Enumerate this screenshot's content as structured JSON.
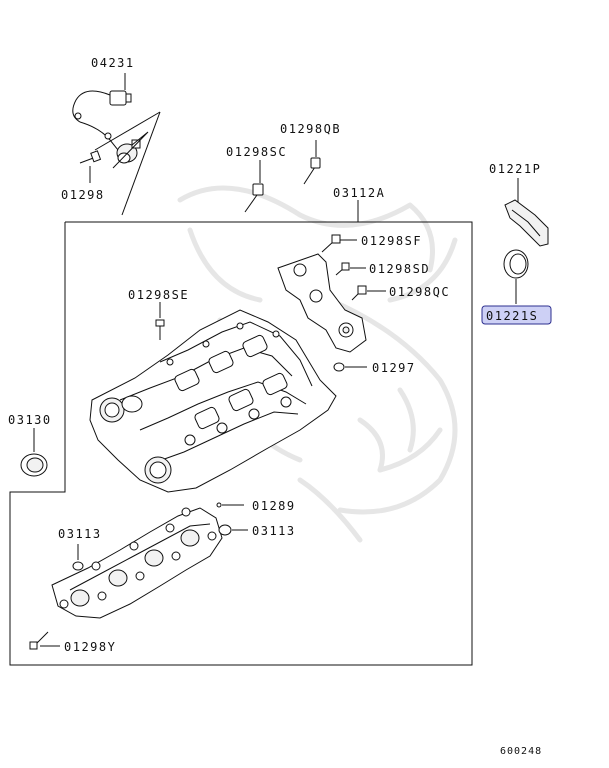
{
  "parts": {
    "p04231": "04231",
    "p01298": "01298",
    "p01298QB": "01298QB",
    "p01298SC": "01298SC",
    "p03112A": "03112A",
    "p01221P": "01221P",
    "p01298SF": "01298SF",
    "p01298SD": "01298SD",
    "p01298QC": "01298QC",
    "p01221S": "01221S",
    "p01298SE": "01298SE",
    "p01297": "01297",
    "p03130": "03130",
    "p01289": "01289",
    "p03113_left": "03113",
    "p03113_right": "03113",
    "p01298Y": "01298Y"
  },
  "highlight_color": "#cdd0f5",
  "highlight_border": "#2d2f8f",
  "diagram_code": "600248"
}
